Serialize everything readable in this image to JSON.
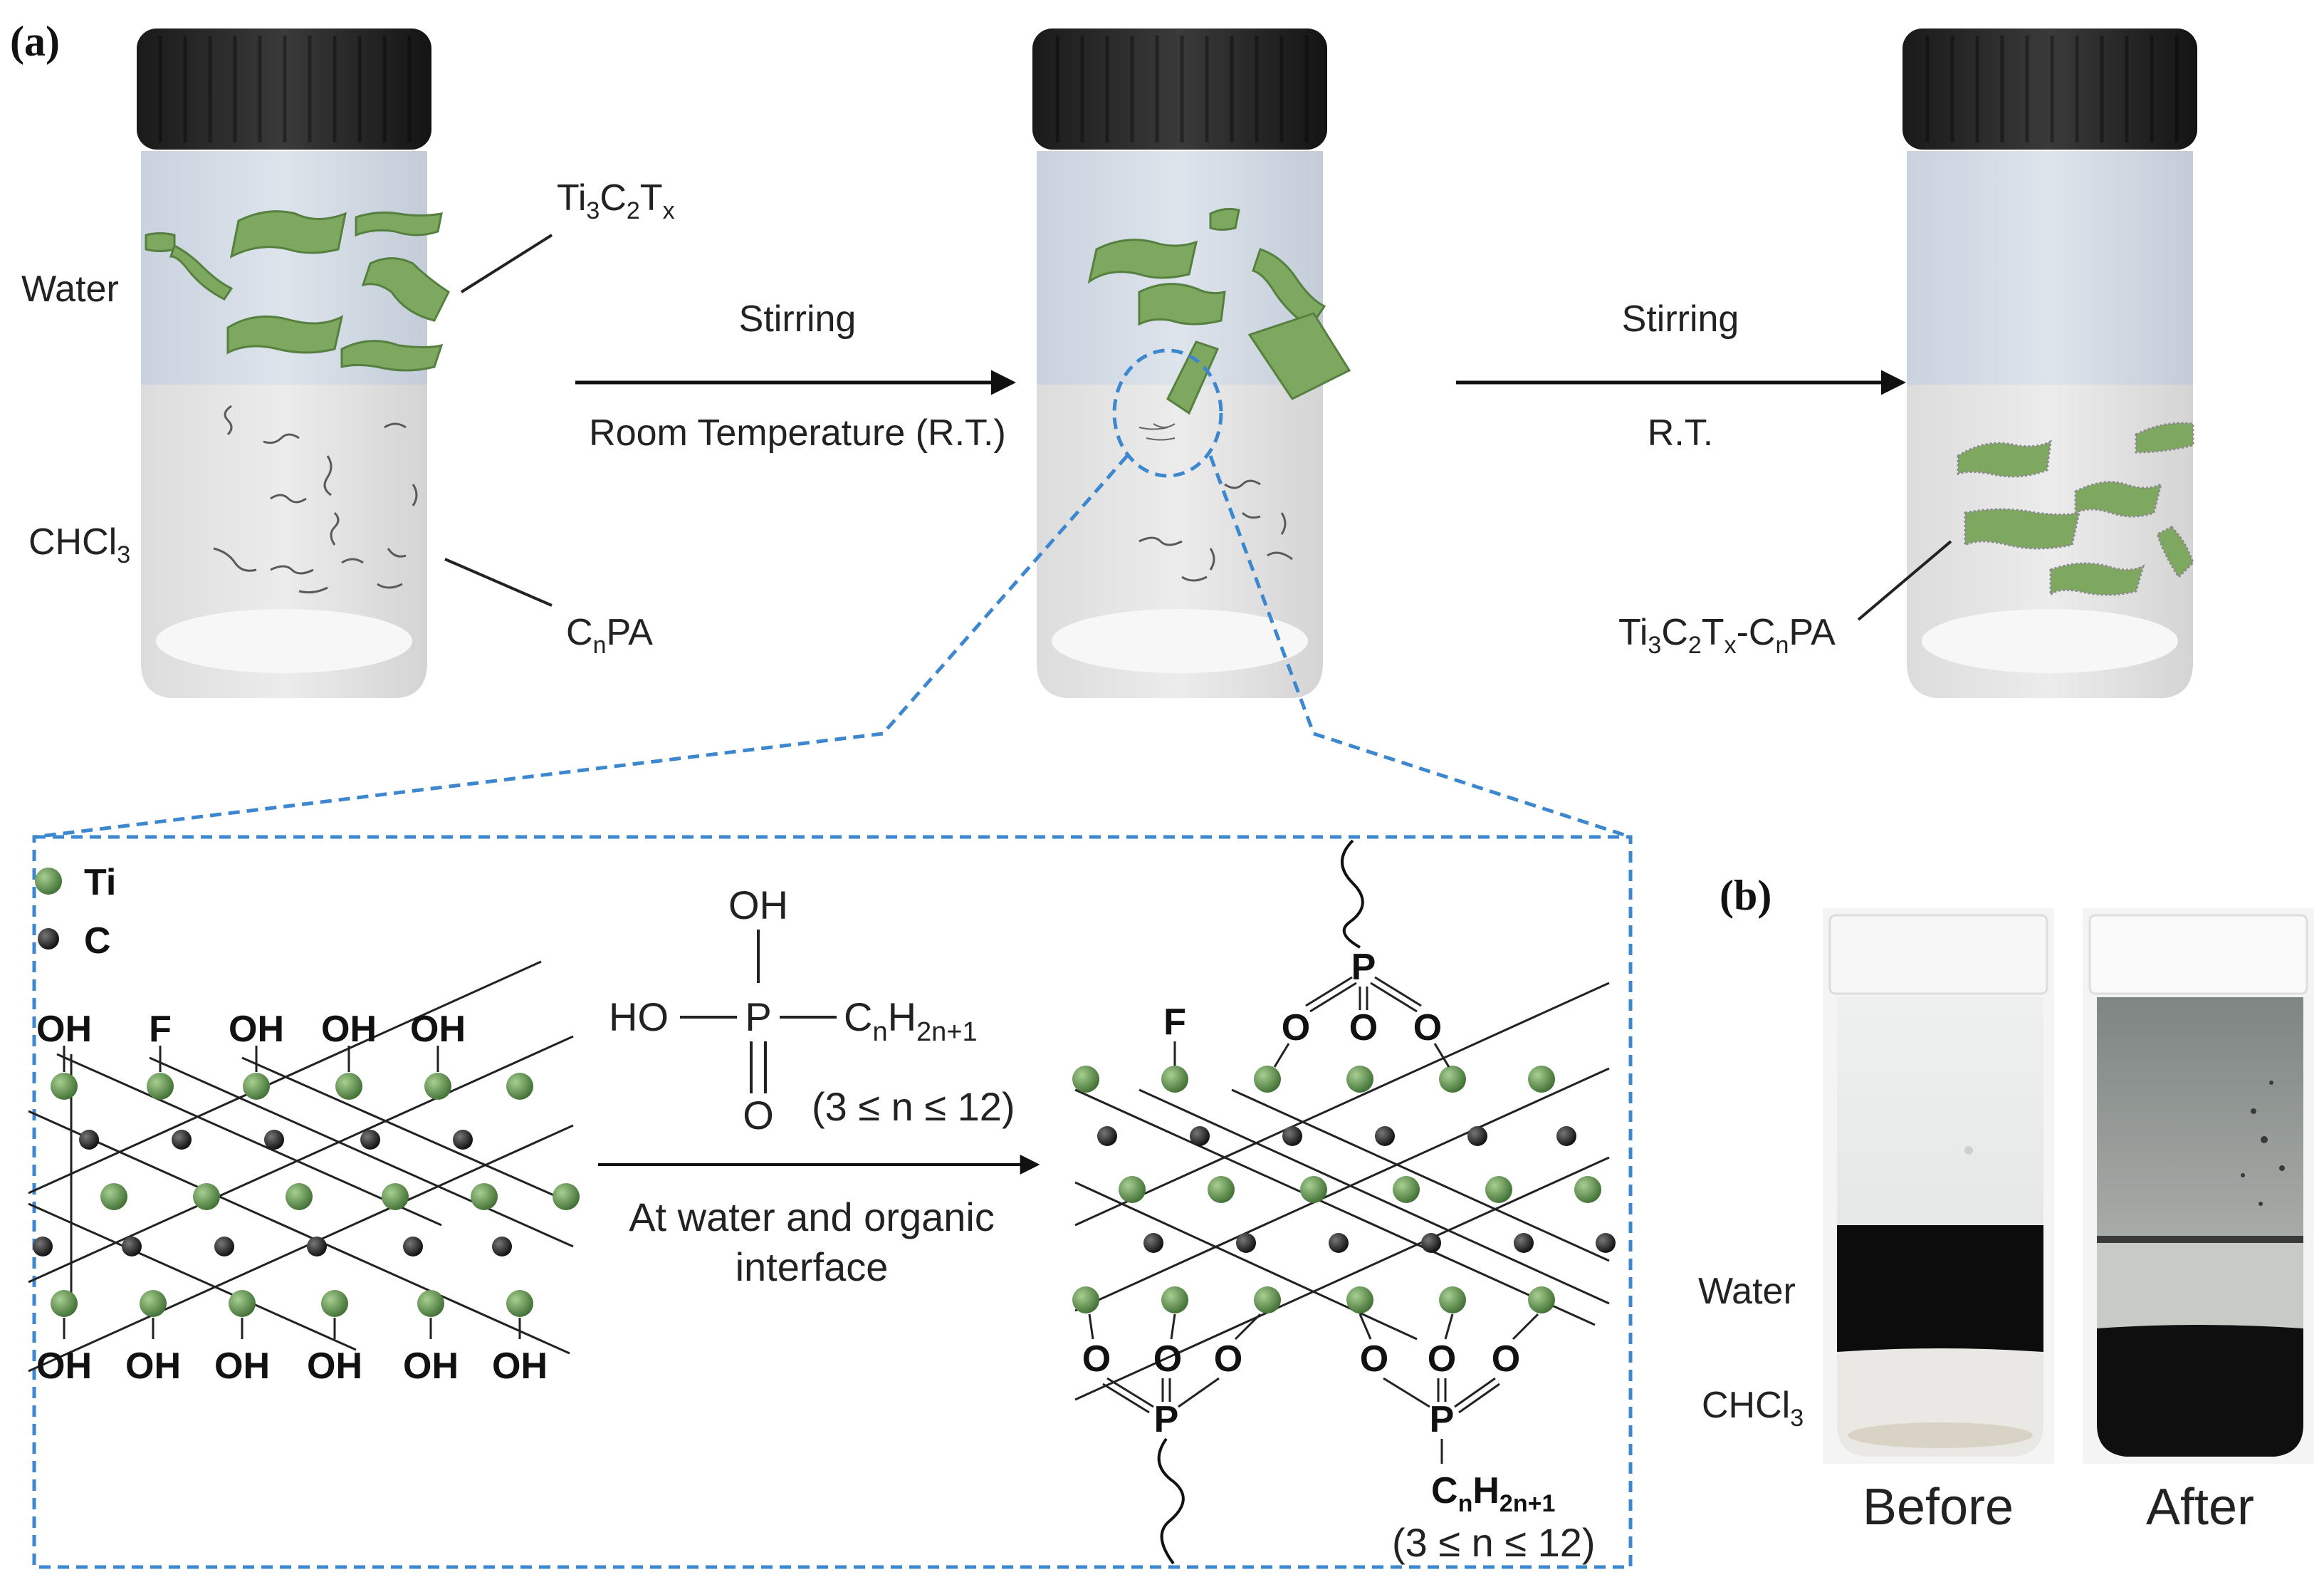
{
  "panel_a": {
    "label": "(a)",
    "jar1": {
      "water_label": "Water",
      "organic_label": "CHCl",
      "organic_sub": "3",
      "mxene_parts": [
        "Ti",
        "3",
        "C",
        "2",
        "T",
        "x"
      ],
      "pa_parts": [
        "C",
        "n",
        "PA"
      ]
    },
    "arrow1": {
      "top": "Stirring",
      "bottom": "Room Temperature (R.T.)"
    },
    "arrow2": {
      "top": "Stirring",
      "bottom": "R.T."
    },
    "jar3": {
      "product_parts": [
        "Ti",
        "3",
        "C",
        "2",
        "T",
        "x",
        "-C",
        "n",
        "PA"
      ]
    }
  },
  "inset": {
    "legend": [
      {
        "symbol": "Ti",
        "color": "#5c8a4a"
      },
      {
        "symbol": "C",
        "color": "#1e1e1e"
      }
    ],
    "left_top_groups": [
      "OH",
      "F",
      "OH",
      "OH",
      "OH"
    ],
    "left_bottom_groups": [
      "OH",
      "OH",
      "OH",
      "OH",
      "OH",
      "OH"
    ],
    "reagent": {
      "oh_top": "OH",
      "ho_left": "HO",
      "p": "P",
      "o_bottom": "O",
      "chain_main": "C",
      "chain_n": "n",
      "chain_h": "H",
      "chain_sub": "2n+1",
      "range": "(3 ≤ n ≤ 12)"
    },
    "arrow_text_line1": "At water and organic",
    "arrow_text_line2": "interface",
    "right": {
      "f_label": "F",
      "p_label": "P",
      "o_label": "O",
      "chain_main": "C",
      "chain_n": "n",
      "chain_h": "H",
      "chain_sub": "2n+1",
      "range": "(3 ≤ n ≤ 12)"
    }
  },
  "panel_b": {
    "label": "(b)",
    "water_label": "Water",
    "organic_label": "CHCl",
    "organic_sub": "3",
    "before_label": "Before",
    "after_label": "After"
  }
}
